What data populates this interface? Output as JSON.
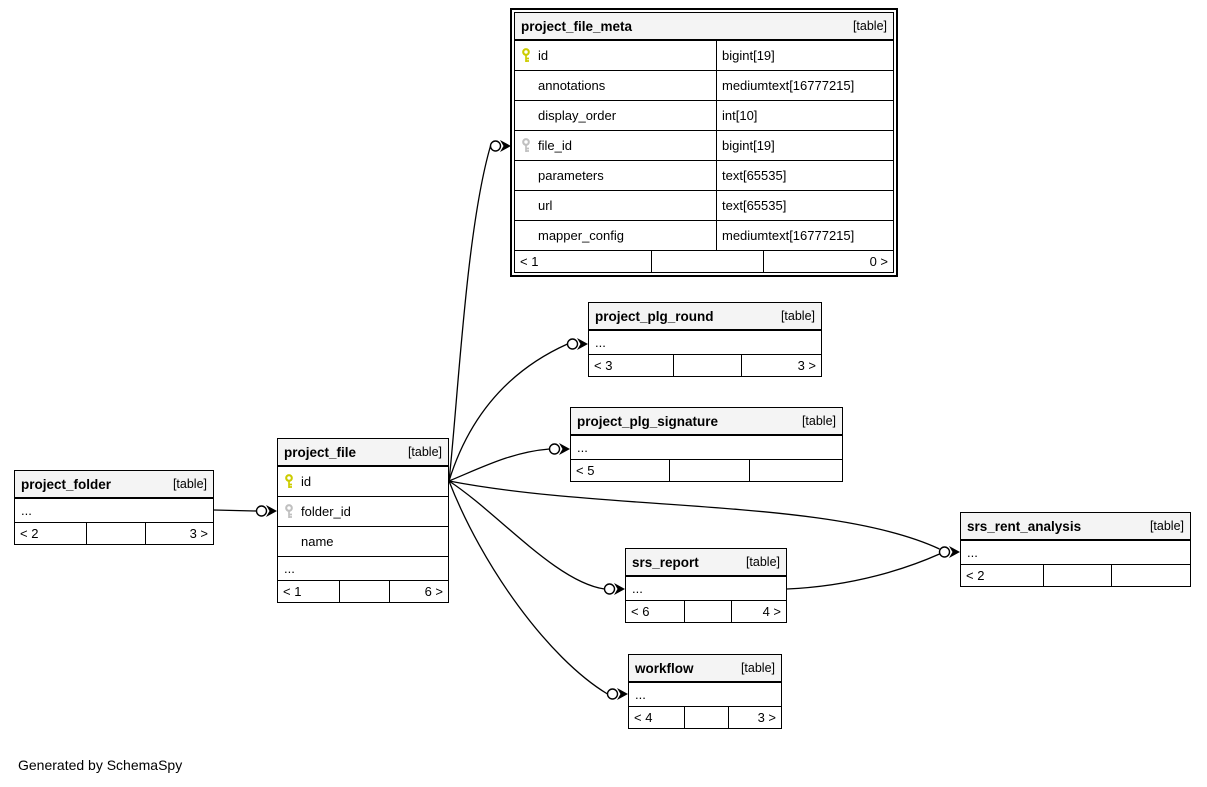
{
  "footer_note": "Generated by SchemaSpy",
  "colors": {
    "header_bg": "#f4f4f4",
    "row_bg": "#ffffff",
    "border": "#000000",
    "primary_key_icon": "#cccc00",
    "foreign_key_icon": "#c0c0c0"
  },
  "icons": {
    "primary_key": "yellow-key-icon",
    "foreign_key": "gray-key-icon"
  },
  "tables": [
    {
      "name": "project_file_meta",
      "tag": "[table]",
      "emphasized": true,
      "columns": [
        {
          "key": "primary",
          "name": "id",
          "type": "bigint[19]"
        },
        {
          "key": "",
          "name": "annotations",
          "type": "mediumtext[16777215]"
        },
        {
          "key": "",
          "name": "display_order",
          "type": "int[10]"
        },
        {
          "key": "foreign",
          "name": "file_id",
          "type": "bigint[19]"
        },
        {
          "key": "",
          "name": "parameters",
          "type": "text[65535]"
        },
        {
          "key": "",
          "name": "url",
          "type": "text[65535]"
        },
        {
          "key": "",
          "name": "mapper_config",
          "type": "mediumtext[16777215]"
        }
      ],
      "footer": {
        "left": "< 1",
        "center": "",
        "right": "0 >"
      }
    },
    {
      "name": "project_plg_round",
      "tag": "[table]",
      "ellipsis": "...",
      "footer": {
        "left": "< 3",
        "center": "",
        "right": "3 >"
      }
    },
    {
      "name": "project_plg_signature",
      "tag": "[table]",
      "ellipsis": "...",
      "footer": {
        "left": "< 5",
        "center": "",
        "right": ""
      }
    },
    {
      "name": "project_file",
      "tag": "[table]",
      "columns": [
        {
          "key": "primary",
          "name": "id",
          "type": ""
        },
        {
          "key": "foreign",
          "name": "folder_id",
          "type": ""
        },
        {
          "key": "",
          "name": "name",
          "type": ""
        }
      ],
      "ellipsis": "...",
      "footer": {
        "left": "< 1",
        "center": "",
        "right": "6 >"
      }
    },
    {
      "name": "project_folder",
      "tag": "[table]",
      "ellipsis": "...",
      "footer": {
        "left": "< 2",
        "center": "",
        "right": "3 >"
      }
    },
    {
      "name": "srs_rent_analysis",
      "tag": "[table]",
      "ellipsis": "...",
      "footer": {
        "left": "< 2",
        "center": "",
        "right": ""
      }
    },
    {
      "name": "srs_report",
      "tag": "[table]",
      "ellipsis": "...",
      "footer": {
        "left": "< 6",
        "center": "",
        "right": "4 >"
      }
    },
    {
      "name": "workflow",
      "tag": "[table]",
      "ellipsis": "...",
      "footer": {
        "left": "< 4",
        "center": "",
        "right": "3 >"
      }
    }
  ]
}
